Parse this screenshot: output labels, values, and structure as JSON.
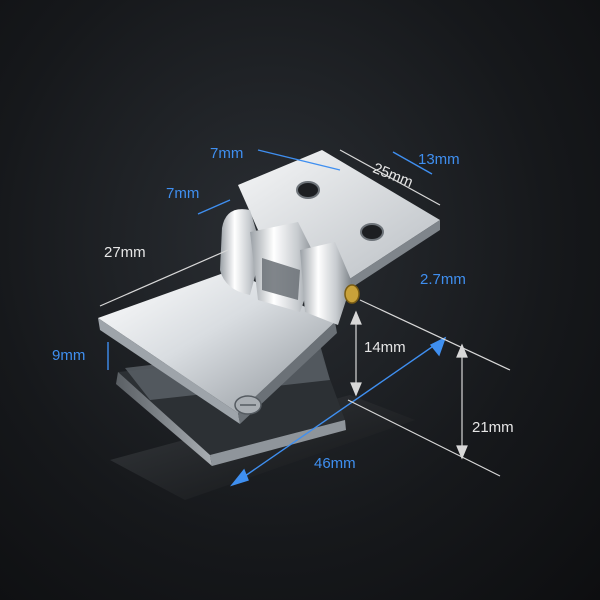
{
  "colors": {
    "background": "#16181b",
    "dimension_blue": "#3f8ff0",
    "dimension_white": "#e6e6e6",
    "chrome_light": "#f2f4f6",
    "chrome_dark": "#6e747a",
    "brass_screw": "#c9a23a"
  },
  "dimensions": {
    "d7_top": "7mm",
    "d13": "13mm",
    "d25": "25mm",
    "d7_left": "7mm",
    "d27": "27mm",
    "d2_7": "2.7mm",
    "d9": "9mm",
    "d14": "14mm",
    "d21": "21mm",
    "d46": "46mm"
  }
}
